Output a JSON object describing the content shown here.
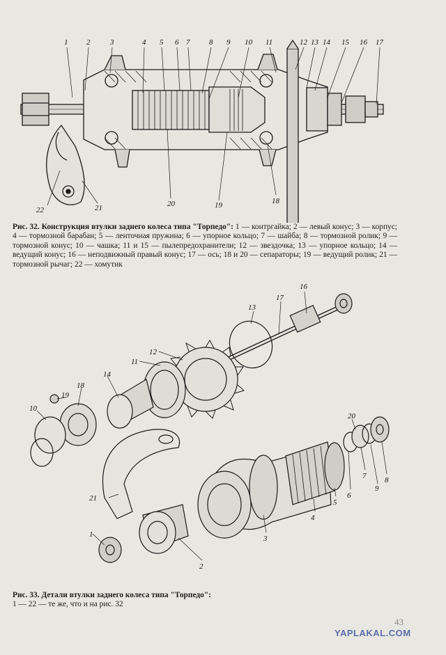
{
  "figure1": {
    "caption_title": "Рис. 32. Конструкция втулки заднего колеса типа \"Торпедо\":",
    "caption_text": "1 — контргайка; 2 — левый конус; 3 — корпус; 4 — тормозной барабан; 5 — ленточная пружина; 6 — упорное кольцо; 7 — шайба; 8 — тормозной ролик; 9 — тормозной конус; 10 — чашка; 11 и 15 — пылепредохранители; 12 — звездочка; 13 — упорное кольцо; 14 — ведущий конус; 16 — неподвижный правый конус; 17 — ось; 18 и 20 — сепараторы; 19 — ведущий ролик; 21 — тормозной рычаг; 22 — хомутик",
    "callouts_top": [
      "1",
      "2",
      "3",
      "4",
      "5",
      "6",
      "7",
      "8",
      "9",
      "10",
      "11",
      "12",
      "13",
      "14",
      "15",
      "16",
      "17"
    ],
    "callouts_bottom": [
      "22",
      "21",
      "20",
      "19",
      "18"
    ]
  },
  "figure2": {
    "caption_title": "Рис. 33. Детали втулки заднего колеса типа \"Торпедо\":",
    "caption_text": "1 — 22 — те же, что и на рис. 32",
    "callouts": [
      "16",
      "17",
      "13",
      "12",
      "11",
      "14",
      "18",
      "19",
      "10",
      "21",
      "20",
      "7",
      "9",
      "8",
      "6",
      "4",
      "5",
      "3",
      "1",
      "2"
    ]
  },
  "page_number": "43",
  "watermark": "YAPLAKAL.COM"
}
